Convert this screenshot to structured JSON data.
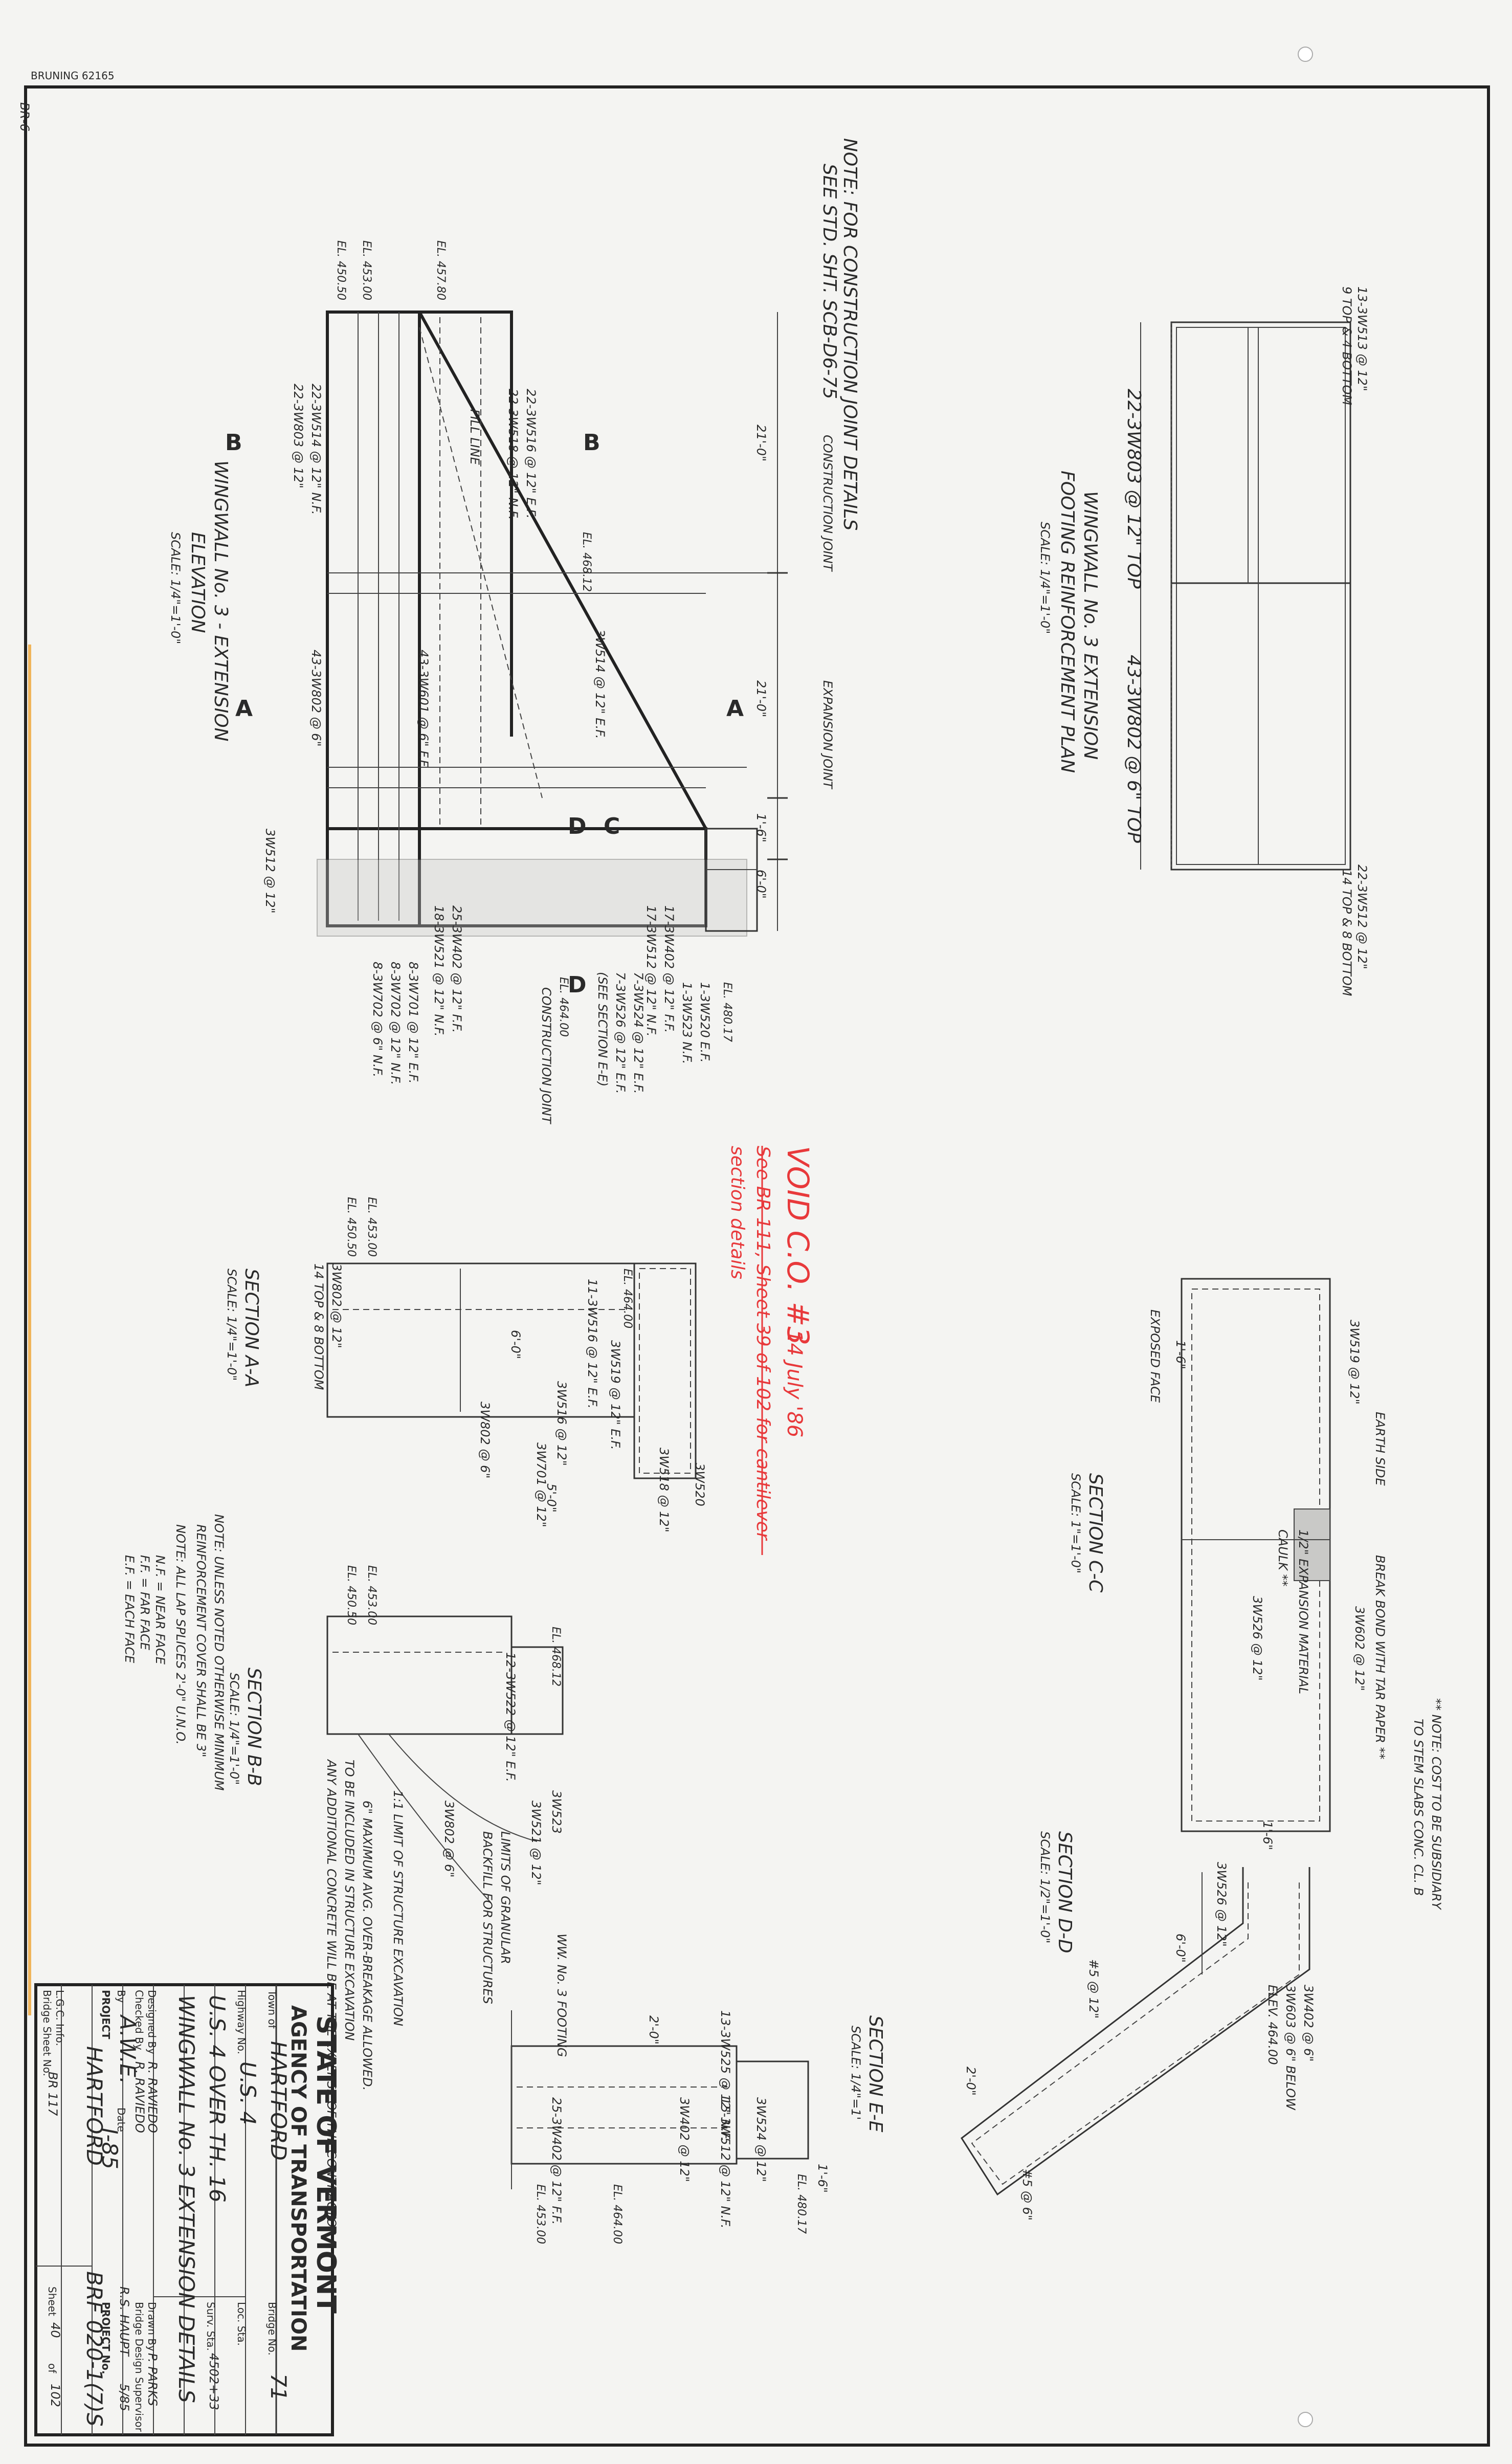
{
  "sheet_tags": {
    "stamp": "BRUNING 62165",
    "corner_tag": "BR-6"
  },
  "notes": {
    "joint_note_1": "NOTE: FOR CONSTRUCTION JOINT DETAILS",
    "joint_note_2": "SEE STD. SHT. SCB-D6-75",
    "cost_note_1": "** NOTE: COST TO BE SUBSIDIARY",
    "cost_note_2": "TO STEM SLABS CONC. CL. B",
    "general_1": "NOTE: UNLESS NOTED OTHERWISE MINIMUM",
    "general_2": "REINFORCEMENT COVER SHALL BE 3\"",
    "general_3": "NOTE: ALL LAP SPLICES 2'-0\" U.N.O.",
    "abbr_1": "N.F. = NEAR FACE",
    "abbr_2": "F.F. = FAR FACE",
    "abbr_3": "E.F. = EACH FACE"
  },
  "void_note": {
    "title": "VOID  C.O. #3",
    "date": "14 July '86",
    "line_1": "See BR 111, Sheet 39 of 102 for cantilever",
    "line_2": "section details"
  },
  "views": {
    "footing_plan": {
      "title_1": "WINGWALL No. 3 EXTENSION",
      "title_2": "FOOTING REINFORCEMENT PLAN",
      "scale": "SCALE: 1/4\"=1'-0\""
    },
    "elevation": {
      "title_1": "WINGWALL No. 3 - EXTENSION",
      "title_2": "ELEVATION",
      "scale": "SCALE: 1/4\"=1'-0\""
    },
    "section_cc": {
      "title": "SECTION C-C",
      "scale": "SCALE: 1\"=1'-0\""
    },
    "section_dd": {
      "title": "SECTION D-D",
      "scale": "SCALE: 1/2\"=1'-0\""
    },
    "section_aa": {
      "title": "SECTION A-A",
      "scale": "SCALE: 1/4\"=1'-0\""
    },
    "section_bb": {
      "title": "SECTION B-B",
      "scale": "SCALE: 1/4\"=1'-0\""
    },
    "section_ee": {
      "title": "SECTION E-E",
      "scale": "SCALE: 1/4\"=1'"
    }
  },
  "footing_plan_labels": {
    "top_1": "13-3W513 @ 12\"",
    "top_2": "9 TOP & 4 BOTTOM",
    "left_bars": "22-3W803 @ 12\" TOP",
    "right_bars": "43-3W802 @ 6\" TOP",
    "bottom_1": "22-3W512 @ 12\"",
    "bottom_2": "14 TOP & 8 BOTTOM"
  },
  "elevation_labels": {
    "construction_joint": "CONSTRUCTION JOINT",
    "expansion_joint": "EXPANSION JOINT",
    "construction_joint_2": "CONSTRUCTION JOINT",
    "dim_1": "21'-0\"",
    "dim_2": "21'-0\"",
    "dim_3": "1'-6\"",
    "dim_4": "6'-0\"",
    "el_top": "EL. 480.17",
    "el_left_1": "EL. 457.80",
    "el_left_2": "EL. 453.00",
    "el_left_3": "EL. 450.50",
    "el_mid": "EL. 468.12",
    "el_cj": "EL. 464.00",
    "fill_line": "FILL LINE",
    "bar_1": "22-3W516 @ 12\" E.F.",
    "bar_2": "22-3W518 @ 12\" N.F.",
    "bar_3": "22-3W514 @ 12\" N.F.",
    "bar_4": "22-3W803 @ 12\"",
    "bar_5": "43-3W601 @ 6\" F.F.",
    "bar_6": "43-3W802 @ 6\"",
    "bar_7": "17-3W402 @ 12\" F.F.",
    "bar_8": "17-3W512 @ 12\" N.F.",
    "bar_9": "25-3W402 @ 12\" F.F.",
    "bar_10": "18-3W521 @ 12\" N.F.",
    "bar_11": "3W514 @ 12\" E.F.",
    "bar_12": "3W512 @ 12\"",
    "bar_13": "1-3W520 E.F.",
    "bar_14": "1-3W523 N.F.",
    "bar_15": "7-3W524 @ 12\" E.F.",
    "bar_16": "7-3W526 @ 12\" E.F.",
    "see_ee": "(SEE SECTION E-E)",
    "bar_17": "8-3W701 @ 12\" E.F.",
    "bar_18": "8-3W702 @ 12\" N.F.",
    "bar_19": "8-3W702 @ 6\" N.F."
  },
  "section_cc_labels": {
    "earth_side": "EARTH SIDE",
    "bond_break": "BREAK BOND WITH TAR PAPER **",
    "exposed": "EXPOSED FACE",
    "dim": "1'-6\"",
    "expansion": "1/2\" EXPANSION MATERIAL",
    "caulk": "CAULK **",
    "bar_a": "3W519 @ 12\"",
    "bar_b": "3W602 @ 12\"",
    "bar_c": "3W526 @ 12\""
  },
  "section_dd_labels": {
    "dim_top": "1'-6\"",
    "dim_side": "6'-0\"",
    "bar_a": "3W402 @ 6\"",
    "bar_b": "3W603 @ 6\" BELOW",
    "bar_c": "ELEV. 464.00",
    "bar_d": "3W526 @ 12\"",
    "bar_e": "#5 @ 12\"",
    "bar_f": "#5 @ 6\"",
    "dim_bottom": "2'-0\""
  },
  "section_aa_labels": {
    "el_1": "EL. 453.00",
    "el_2": "EL. 450.50",
    "el_3": "EL. 464.00",
    "bar_1": "11-3W516 @ 12\" E.F.",
    "bar_2": "3W519 @ 12\" E.F.",
    "bar_3": "3W520",
    "bar_4": "3W518 @ 12\"",
    "bar_5": "3W516 @ 12\"",
    "bar_6": "3W701 @ 12\"",
    "bar_7": "3W802 @ 6\"",
    "bar_8": "3W802 @ 12\"",
    "bar_9": "14 TOP & 8 BOTTOM",
    "dim_1": "6'-0\"",
    "dim_2": "5'-0\""
  },
  "section_bb_labels": {
    "el_1": "EL. 468.12",
    "el_2": "EL. 453.00",
    "el_3": "EL. 450.50",
    "bar_1": "12-3W522 @ 12\" E.F.",
    "bar_2": "3W523",
    "bar_3": "3W521 @ 12\"",
    "bar_4": "3W802 @ 6\"",
    "limits_1": "LIMITS OF GRANULAR",
    "limits_2": "BACKFILL FOR STRUCTURES",
    "limit_exc": "1:1 LIMIT OF STRUCTURE EXCAVATION",
    "max_exc": "6\" MAXIMUM AVG. OVER-BREAKAGE ALLOWED.",
    "max_exc_2": "TO BE INCLUDED IN STRUCTURE EXCAVATION",
    "max_exc_3": "ANY ADDITIONAL CONCRETE WILL BE AT THE EXPENSE OF THE CONTRACTOR"
  },
  "section_ee_labels": {
    "wingwall": "WW. No. 3 FOOTING",
    "el_1": "EL. 480.17",
    "el_2": "EL. 464.00",
    "el_3": "EL. 453.00",
    "bar_1": "15-3W512 @ 12\" N.F.",
    "bar_2": "13-3W525 @ 12\" N.F.",
    "bar_3": "25-3W402 @ 12\" F.F.",
    "bar_4": "3W524 @ 12\"",
    "bar_5": "3W402 @ 12\"",
    "dim_1": "1'-6\"",
    "dim_2": "2'-0\""
  },
  "title_block": {
    "agency_1": "STATE OF VERMONT",
    "agency_2": "AGENCY OF TRANSPORTATION",
    "town_label": "Town of",
    "town": "HARTFORD",
    "bridge_no_label": "Bridge No.",
    "bridge_no": "71",
    "highway_label": "Highway No.",
    "highway": "U.S. 4",
    "loc_label": "Loc. Sta.",
    "loc": "",
    "over_label": "",
    "over": "U.S. 4 OVER TH. 16",
    "sta_label": "Surv. Sta.",
    "sta": "4502+33",
    "title": "WINGWALL No. 3 EXTENSION DETAILS",
    "designed_label": "Designed By",
    "designed": "R. RAVIEDO",
    "drawn_label": "Drawn By",
    "drawn": "P. PARKS",
    "checked_label": "Checked By",
    "checked": "R. RAVIEDO",
    "design_sup_label": "Bridge Design Supervisor",
    "date_label": "Date",
    "date": "5/85",
    "by_label": "By",
    "by": "A.W.E.",
    "sup_name": "R.S. HAUPT",
    "project_label": "PROJECT",
    "project": "I-85",
    "project_no_label": "PROJECT No.",
    "project_no": "BRF 020-1(7)S",
    "town2": "HARTFORD",
    "lgc_label": "L.G.C. Info.",
    "bridge_sheet_label": "Bridge Sheet No.",
    "bridge_sheet": "BR 117",
    "sheet_label": "Sheet",
    "sheet": "40",
    "of_label": "of",
    "of": "102"
  }
}
